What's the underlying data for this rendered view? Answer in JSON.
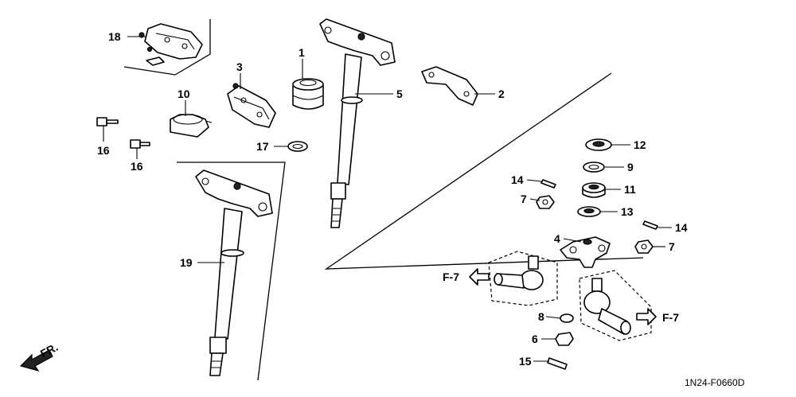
{
  "diagram": {
    "drawing_code": "1N24-F0660D",
    "front_marker": "FR.",
    "references": [
      {
        "id": "ref-left",
        "label": "F-7"
      },
      {
        "id": "ref-right",
        "label": "F-7"
      }
    ],
    "callouts": [
      {
        "id": "c18",
        "label": "18"
      },
      {
        "id": "c10",
        "label": "10"
      },
      {
        "id": "c3",
        "label": "3"
      },
      {
        "id": "c1",
        "label": "1"
      },
      {
        "id": "c5",
        "label": "5"
      },
      {
        "id": "c2",
        "label": "2"
      },
      {
        "id": "c16a",
        "label": "16"
      },
      {
        "id": "c16b",
        "label": "16"
      },
      {
        "id": "c17",
        "label": "17"
      },
      {
        "id": "c12",
        "label": "12"
      },
      {
        "id": "c9",
        "label": "9"
      },
      {
        "id": "c14a",
        "label": "14"
      },
      {
        "id": "c11",
        "label": "11"
      },
      {
        "id": "c7a",
        "label": "7"
      },
      {
        "id": "c13",
        "label": "13"
      },
      {
        "id": "c14b",
        "label": "14"
      },
      {
        "id": "c4",
        "label": "4"
      },
      {
        "id": "c7b",
        "label": "7"
      },
      {
        "id": "c19",
        "label": "19"
      },
      {
        "id": "c8",
        "label": "8"
      },
      {
        "id": "c6",
        "label": "6"
      },
      {
        "id": "c15",
        "label": "15"
      }
    ]
  }
}
